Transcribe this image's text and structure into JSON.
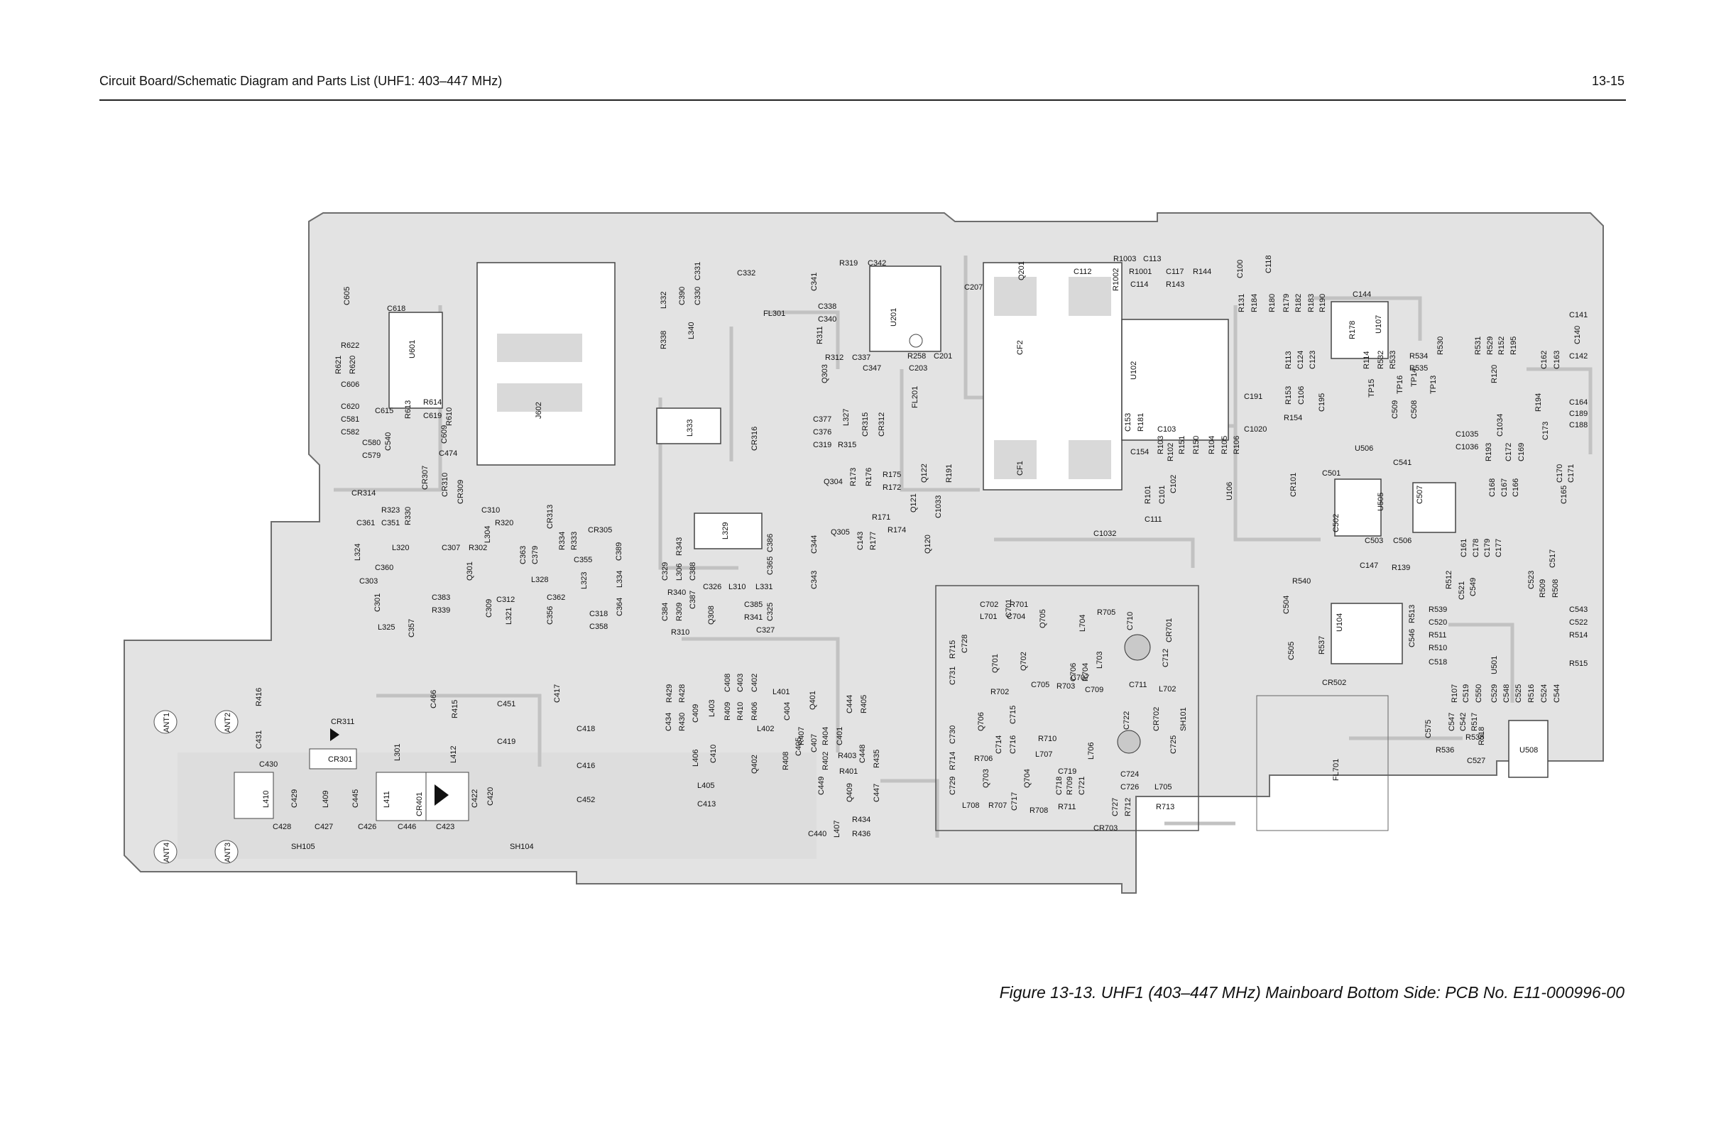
{
  "header": {
    "left": "Circuit Board/Schematic Diagram and Parts List (UHF1: 403–447 MHz)",
    "right": "13-15"
  },
  "caption": "Figure 13-13. UHF1 (403–447 MHz) Mainboard Bottom Side: PCB No. E11-000996-00",
  "colors": {
    "board": "#e3e3e3",
    "outline": "#6d6d6d",
    "part": "#ffffff",
    "trace": "#c2c2c2"
  },
  "labels": {
    "ant1": "ANT1",
    "ant2": "ANT2",
    "ant3": "ANT3",
    "ant4": "ANT4",
    "sh105": "SH105",
    "sh104": "SH104",
    "sh101": "SH101",
    "j602": "J602",
    "u601": "U601",
    "fl301": "FL301",
    "u201": "U201",
    "fl201": "FL201",
    "cf1": "CF1",
    "cf2": "CF2",
    "u102": "U102",
    "u107": "U107",
    "u506": "U506",
    "u505": "U505",
    "u104": "U104",
    "u501": "U501",
    "u508": "U508",
    "fl701": "FL701",
    "c605": "C605",
    "c618": "C618",
    "r622": "R622",
    "r621": "R621",
    "r620": "R620",
    "c606": "C606",
    "c620": "C620",
    "c581": "C581",
    "c582": "C582",
    "c615": "C615",
    "r613": "R613",
    "r614": "R614",
    "c619": "C619",
    "r610": "R610",
    "c609": "C609",
    "c580": "C580",
    "c579": "C579",
    "c540": "C540",
    "c474": "C474",
    "cr314": "CR314",
    "cr307": "CR307",
    "cr310": "CR310",
    "cr309": "CR309",
    "cr313": "CR313",
    "cr305": "CR305",
    "r323": "R323",
    "c361": "C361",
    "c351": "C351",
    "r330": "R330",
    "c310": "C310",
    "r320": "R320",
    "l324": "L324",
    "l320": "L320",
    "c360": "C360",
    "c303": "C303",
    "c301": "C301",
    "c307": "C307",
    "r302": "R302",
    "l304": "L304",
    "q301": "Q301",
    "c383": "C383",
    "r339": "R339",
    "c309": "C309",
    "c312": "C312",
    "l321": "L321",
    "l325": "L325",
    "c357": "C357",
    "c363": "C363",
    "c379": "C379",
    "r334": "R334",
    "r333": "R333",
    "c355": "C355",
    "c389": "C389",
    "l328": "L328",
    "c362": "C362",
    "c356": "C356",
    "l323": "L323",
    "c318": "C318",
    "c358": "C358",
    "c364": "C364",
    "l334": "L334",
    "c332": "C332",
    "c331": "C331",
    "c330": "C330",
    "c390": "C390",
    "l332": "L332",
    "r338": "R338",
    "l340": "L340",
    "l333": "L333",
    "cr316": "CR316",
    "l329": "L329",
    "c329": "C329",
    "r343": "R343",
    "l306": "L306",
    "c388": "C388",
    "c386": "C386",
    "c365": "C365",
    "c326": "C326",
    "l310": "L310",
    "l331": "L331",
    "r340": "R340",
    "c384": "C384",
    "r309": "R309",
    "c387": "C387",
    "q308": "Q308",
    "c385": "C385",
    "r341": "R341",
    "c325": "C325",
    "c327": "C327",
    "r310": "R310",
    "r319": "R319",
    "c342": "C342",
    "c341": "C341",
    "c338": "C338",
    "c340": "C340",
    "r311": "R311",
    "r312": "R312",
    "c337": "C337",
    "c347": "C347",
    "q303": "Q303",
    "cr315": "CR315",
    "cr312": "CR312",
    "c377": "C377",
    "c376": "C376",
    "l327": "L327",
    "c319": "C319",
    "r315": "R315",
    "r258": "R258",
    "c201": "C201",
    "c203": "C203",
    "c207": "C207",
    "q304": "Q304",
    "r173": "R173",
    "r176": "R176",
    "r175": "R175",
    "r172": "R172",
    "q122": "Q122",
    "r191": "R191",
    "q121": "Q121",
    "c1033": "C1033",
    "q305": "Q305",
    "c344": "C344",
    "c143": "C143",
    "r177": "R177",
    "r171": "R171",
    "r174": "R174",
    "q120": "Q120",
    "c343": "C343",
    "q201": "Q201",
    "c112": "C112",
    "r1003": "R1003",
    "c113": "C113",
    "r1002": "R1002",
    "r1001": "R1001",
    "c114": "C114",
    "c117": "C117",
    "r144": "R144",
    "r143": "R143",
    "c100": "C100",
    "c118": "C118",
    "r131": "R131",
    "r184": "R184",
    "r180": "R180",
    "r179": "R179",
    "r182": "R182",
    "r183": "R183",
    "r190": "R190",
    "c153": "C153",
    "r181": "R181",
    "c154": "C154",
    "c103": "C103",
    "r103": "R103",
    "r102": "R102",
    "r151": "R151",
    "r150": "R150",
    "r104": "R104",
    "r105": "R105",
    "r106": "R106",
    "c1020": "C1020",
    "c191": "C191",
    "r101": "R101",
    "c101": "C101",
    "c102": "C102",
    "c111": "C111",
    "c1032": "C1032",
    "u106": "U106",
    "c144": "C144",
    "r178": "R178",
    "r113": "R113",
    "c124": "C124",
    "c123": "C123",
    "r114": "R114",
    "r532": "R532",
    "r533": "R533",
    "r534": "R534",
    "r535": "R535",
    "r530": "R530",
    "r531": "R531",
    "r529": "R529",
    "r152": "R152",
    "r195": "R195",
    "c162": "C162",
    "c163": "C163",
    "c140": "C140",
    "c141": "C141",
    "c142": "C142",
    "tp15": "TP15",
    "tp16": "TP16",
    "tp14": "TP14",
    "tp13": "TP13",
    "r153": "R153",
    "c106": "C106",
    "r154": "R154",
    "c195": "C195",
    "c509": "C509",
    "c508": "C508",
    "r120": "R120",
    "r194": "R194",
    "c164": "C164",
    "c189": "C189",
    "c188": "C188",
    "c1035": "C1035",
    "c1036": "C1036",
    "r193": "R193",
    "c1034": "C1034",
    "c172": "C172",
    "c169": "C169",
    "c173": "C173",
    "cr101": "CR101",
    "c501": "C501",
    "c541": "C541",
    "c502": "C502",
    "c503": "C503",
    "c506": "C506",
    "c507": "C507",
    "c168": "C168",
    "c167": "C167",
    "c166": "C166",
    "c170": "C170",
    "c171": "C171",
    "c165": "C165",
    "c161": "C161",
    "c178": "C178",
    "c179": "C179",
    "c177": "C177",
    "c147": "C147",
    "r139": "R139",
    "r540": "R540",
    "c504": "C504",
    "c505": "C505",
    "r537": "R537",
    "r512": "R512",
    "c521": "C521",
    "c549": "C549",
    "c523": "C523",
    "r509": "R509",
    "r508": "R508",
    "c517": "C517",
    "r539": "R539",
    "c520": "C520",
    "r511": "R511",
    "r510": "R510",
    "c518": "C518",
    "c546": "C546",
    "r513": "R513",
    "c543": "C543",
    "c522": "C522",
    "r514": "R514",
    "r515": "R515",
    "cr502": "CR502",
    "r107": "R107",
    "c519": "C519",
    "c550": "C550",
    "c529": "C529",
    "c548": "C548",
    "c525": "C525",
    "r516": "R516",
    "c524": "C524",
    "c544": "C544",
    "c575": "C575",
    "c547": "C547",
    "c542": "C542",
    "r517": "R517",
    "r538": "R538",
    "r518": "R518",
    "c527": "C527",
    "r536": "R536",
    "r416": "R416",
    "c431": "C431",
    "cr311": "CR311",
    "cr301": "CR301",
    "c430": "C430",
    "l301": "L301",
    "l410": "L410",
    "c429": "C429",
    "l409": "L409",
    "c445": "C445",
    "l411": "L411",
    "cr401": "CR401",
    "c422": "C422",
    "c420": "C420",
    "l412": "L412",
    "c466": "C466",
    "r415": "R415",
    "c451": "C451",
    "c417": "C417",
    "c418": "C418",
    "c419": "C419",
    "c416": "C416",
    "c452": "C452",
    "c428": "C428",
    "c427": "C427",
    "c426": "C426",
    "c446": "C446",
    "c423": "C423",
    "c434": "C434",
    "r429": "R429",
    "r430": "R430",
    "r428": "R428",
    "c409": "C409",
    "l403": "L403",
    "r409": "R409",
    "c408": "C408",
    "r410": "R410",
    "c403": "C403",
    "r406": "R406",
    "c402": "C402",
    "l401": "L401",
    "q401": "Q401",
    "c404": "C404",
    "l402": "L402",
    "c444": "C444",
    "r405": "R405",
    "l406": "L406",
    "c410": "C410",
    "q402": "Q402",
    "r408": "R408",
    "c405": "C405",
    "r407": "R407",
    "c407": "C407",
    "r404": "R404",
    "c401": "C401",
    "r403": "R403",
    "c448": "C448",
    "r402": "R402",
    "r401": "R401",
    "r435": "R435",
    "l405": "L405",
    "c413": "C413",
    "c449": "C449",
    "l407": "L407",
    "q409": "Q409",
    "c447": "C447",
    "r434": "R434",
    "c440": "C440",
    "r436": "R436",
    "c702": "C702",
    "r701": "R701",
    "c701": "C701",
    "q705": "Q705",
    "l701": "L701",
    "c704": "C704",
    "r715": "R715",
    "c728": "C728",
    "q701": "Q701",
    "q702": "Q702",
    "l704": "L704",
    "r705": "R705",
    "c710": "C710",
    "cr701": "CR701",
    "c712": "C712",
    "c731": "C731",
    "r702": "R702",
    "c705": "C705",
    "r703": "R703",
    "c707": "C707",
    "c706": "C706",
    "r704": "R704",
    "l703": "L703",
    "c709": "C709",
    "c711": "C711",
    "l702": "L702",
    "c730": "C730",
    "q706": "Q706",
    "c715": "C715",
    "r710": "R710",
    "c722": "C722",
    "cr702": "CR702",
    "c725": "C725",
    "r714": "R714",
    "r706": "R706",
    "c714": "C714",
    "c716": "C716",
    "l707": "L707",
    "l706": "L706",
    "c729": "C729",
    "q703": "Q703",
    "q704": "Q704",
    "c719": "C719",
    "c718": "C718",
    "r709": "R709",
    "c721": "C721",
    "c724": "C724",
    "c726": "C726",
    "l705": "L705",
    "l708": "L708",
    "r707": "R707",
    "c717": "C717",
    "r708": "R708",
    "r711": "R711",
    "c727": "C727",
    "r712": "R712",
    "r713": "R713",
    "cr703": "CR703"
  }
}
